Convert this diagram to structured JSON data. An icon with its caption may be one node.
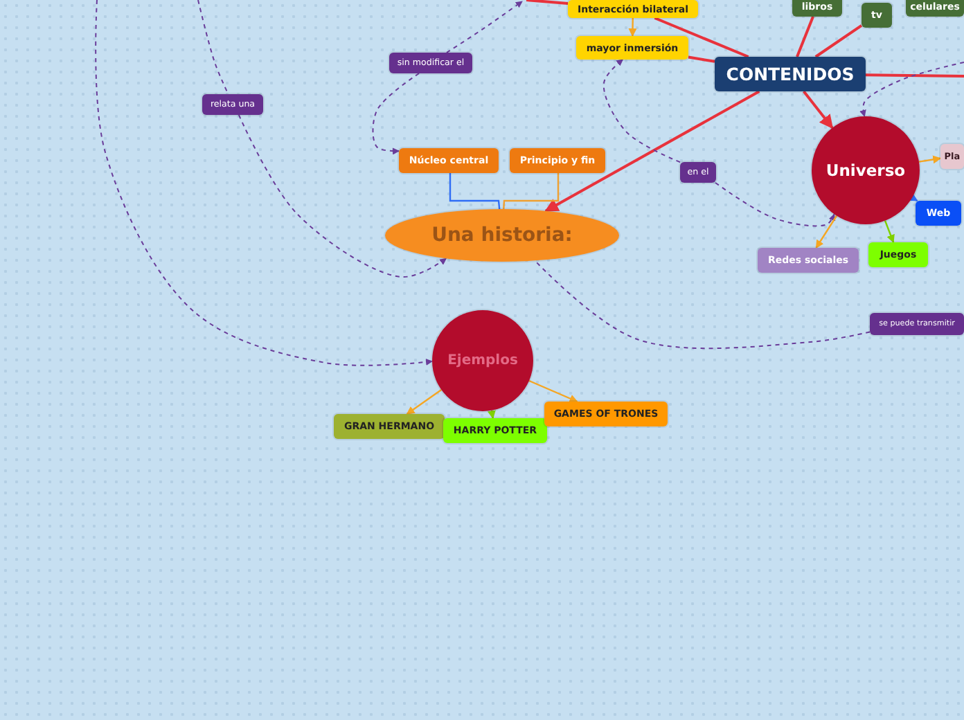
{
  "diagram": {
    "nodes": [
      {
        "text": [
          "Interacción bilateral"
        ]
      },
      {
        "text": [
          "mayor inmersión"
        ]
      },
      {
        "text": [
          "libros"
        ]
      },
      {
        "text": [
          "tv"
        ]
      },
      {
        "text": [
          "celulares"
        ]
      },
      {
        "text": [
          "CONTENIDOS"
        ]
      },
      {
        "text": [
          "sin modificar el"
        ]
      },
      {
        "text": [
          "relata una"
        ]
      },
      {
        "text": [
          "Núcleo central"
        ]
      },
      {
        "text": [
          "Principio y fin"
        ]
      },
      {
        "text": [
          "Una historia:"
        ]
      },
      {
        "text": [
          "en el"
        ]
      },
      {
        "text": [
          "Universo"
        ]
      },
      {
        "text": [
          "Pla"
        ]
      },
      {
        "text": [
          "Web"
        ]
      },
      {
        "text": [
          "Redes sociales"
        ]
      },
      {
        "text": [
          "Juegos"
        ]
      },
      {
        "text": [
          "Ejemplos"
        ]
      },
      {
        "text": [
          "se puede transmitir"
        ]
      },
      {
        "text": [
          "GRAN HERMANO"
        ]
      },
      {
        "text": [
          "HARRY POTTER"
        ]
      },
      {
        "text": [
          "GAMES OF TRONES"
        ]
      }
    ],
    "edges": [
      {
        "from": 5,
        "to": 10,
        "arrow": "to",
        "color": "#e8323c"
      },
      {
        "from": 5,
        "to": 12,
        "arrow": "to",
        "color": "#e8323c"
      },
      {
        "from": 5,
        "to": 1,
        "arrow": "none",
        "color": "#e8323c"
      },
      {
        "from": 5,
        "to": 0,
        "arrow": "none",
        "color": "#e8323c"
      },
      {
        "from": 5,
        "to": 2,
        "arrow": "none",
        "color": "#e8323c"
      },
      {
        "from": 5,
        "to": 3,
        "arrow": "none",
        "color": "#e8323c"
      },
      {
        "from": 5,
        "to": null,
        "arrow": "none",
        "color": "#e8323c"
      },
      {
        "from": null,
        "to": 0,
        "arrow": "none",
        "color": "#e8323c"
      },
      {
        "from": 0,
        "to": 1,
        "arrow": "to",
        "color": "#f5a623"
      },
      {
        "from": 8,
        "to": 10,
        "arrow": "none",
        "color": "#2f6df6"
      },
      {
        "from": 9,
        "to": 10,
        "arrow": "none",
        "color": "#f0a030"
      },
      {
        "from": 6,
        "to": null,
        "arrow": "to",
        "style": "dashed"
      },
      {
        "from": 6,
        "to": 8,
        "arrow": "to",
        "style": "dashed"
      },
      {
        "from": null,
        "to": 7,
        "arrow": "none",
        "style": "dashed"
      },
      {
        "from": 7,
        "to": 10,
        "arrow": "to",
        "style": "dashed"
      },
      {
        "from": null,
        "to": 17,
        "arrow": "to",
        "style": "dashed"
      },
      {
        "from": 11,
        "to": 1,
        "arrow": "to",
        "style": "dashed"
      },
      {
        "from": 11,
        "to": 12,
        "arrow": "to",
        "style": "dashed"
      },
      {
        "from": null,
        "to": 12,
        "arrow": "to",
        "style": "dashed"
      },
      {
        "from": 18,
        "to": 10,
        "arrow": "none",
        "style": "dashed"
      },
      {
        "from": 12,
        "to": 13,
        "arrow": "to",
        "color": "#f5a623"
      },
      {
        "from": 12,
        "to": 14,
        "arrow": "to",
        "color": "#2f6df6"
      },
      {
        "from": 12,
        "to": 15,
        "arrow": "to",
        "color": "#f5a623"
      },
      {
        "from": 12,
        "to": 16,
        "arrow": "to",
        "color": "#7fd000"
      },
      {
        "from": 17,
        "to": 19,
        "arrow": "to",
        "color": "#f5a623"
      },
      {
        "from": 17,
        "to": 20,
        "arrow": "to",
        "color": "#7fd000"
      },
      {
        "from": 17,
        "to": 21,
        "arrow": "to",
        "color": "#f5a623"
      }
    ]
  }
}
